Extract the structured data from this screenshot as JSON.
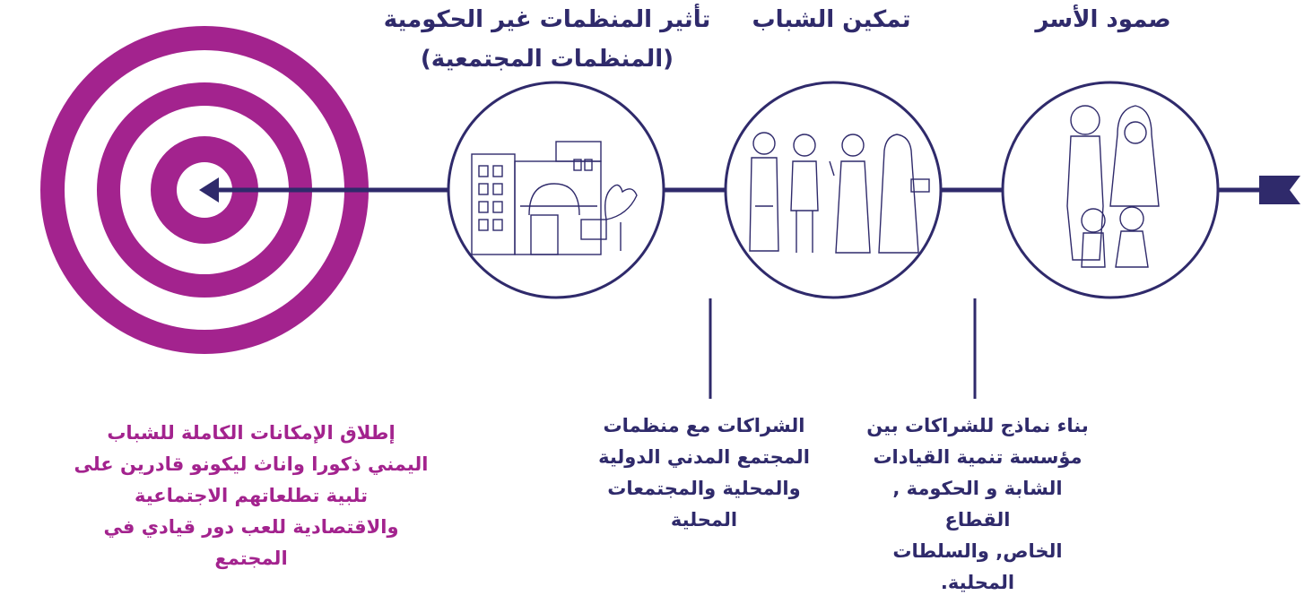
{
  "colors": {
    "primary": "#2f2a6b",
    "accent": "#a3238e",
    "background": "#ffffff"
  },
  "stages": [
    {
      "title": "صمود الأسر",
      "illustration": "family-illustration"
    },
    {
      "title": "تمكين الشباب",
      "illustration": "youth-group-illustration"
    },
    {
      "title": "تأثير المنظمات غير الحكومية\n(المنظمات المجتمعية)",
      "illustration": "ngo-building-illustration"
    }
  ],
  "descriptions": [
    "بناء نماذج للشراكات بين\nمؤسسة تنمية القيادات\nالشابة و الحكومة , القطاع\nالخاص, والسلطات\nالمحلية.",
    "الشراكات مع منظمات\nالمجتمع المدني الدولية\nوالمحلية والمجتمعات\nالمحلية"
  ],
  "goal": {
    "text": "إطلاق الإمكانات الكاملة للشباب\nاليمني ذكورا واناث ليكونو قادرين على\nتلبية تطلعاتهم الاجتماعية\nوالاقتصادية للعب دور قيادي في\nالمجتمع",
    "icon": "target-icon"
  }
}
